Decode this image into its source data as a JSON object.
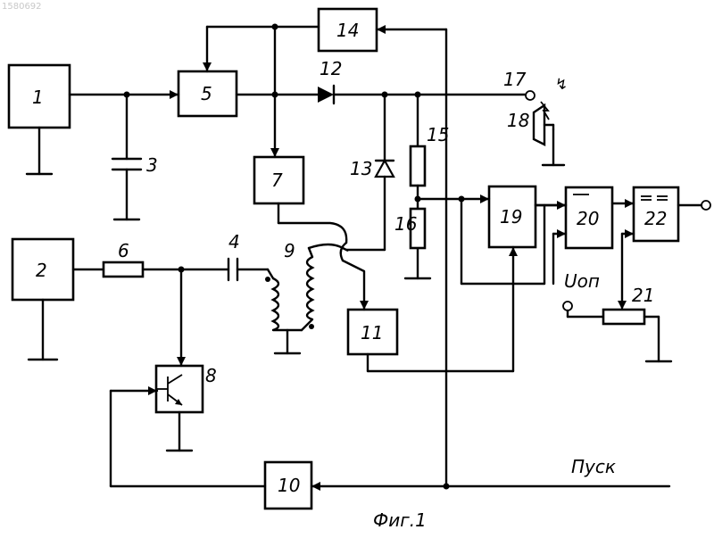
{
  "watermark": "1580692",
  "caption": "Фиг.1",
  "pusk_label": "Пуск",
  "uop_label": "Uоп",
  "blocks": [
    {
      "id": "b1",
      "label": "1"
    },
    {
      "id": "b2",
      "label": "2"
    },
    {
      "id": "b5",
      "label": "5"
    },
    {
      "id": "b7",
      "label": "7"
    },
    {
      "id": "b8",
      "label": "8"
    },
    {
      "id": "b10",
      "label": "10"
    },
    {
      "id": "b11",
      "label": "11"
    },
    {
      "id": "b14",
      "label": "14"
    },
    {
      "id": "b19",
      "label": "19"
    },
    {
      "id": "b20",
      "label": "20"
    },
    {
      "id": "b22",
      "label": "22"
    }
  ],
  "component_labels": {
    "c3": "3",
    "c4": "4",
    "r6": "6",
    "t9": "9",
    "d12": "12",
    "d13": "13",
    "r15": "15",
    "r16": "16",
    "out17": "17",
    "spark18": "18",
    "pot21": "21"
  }
}
